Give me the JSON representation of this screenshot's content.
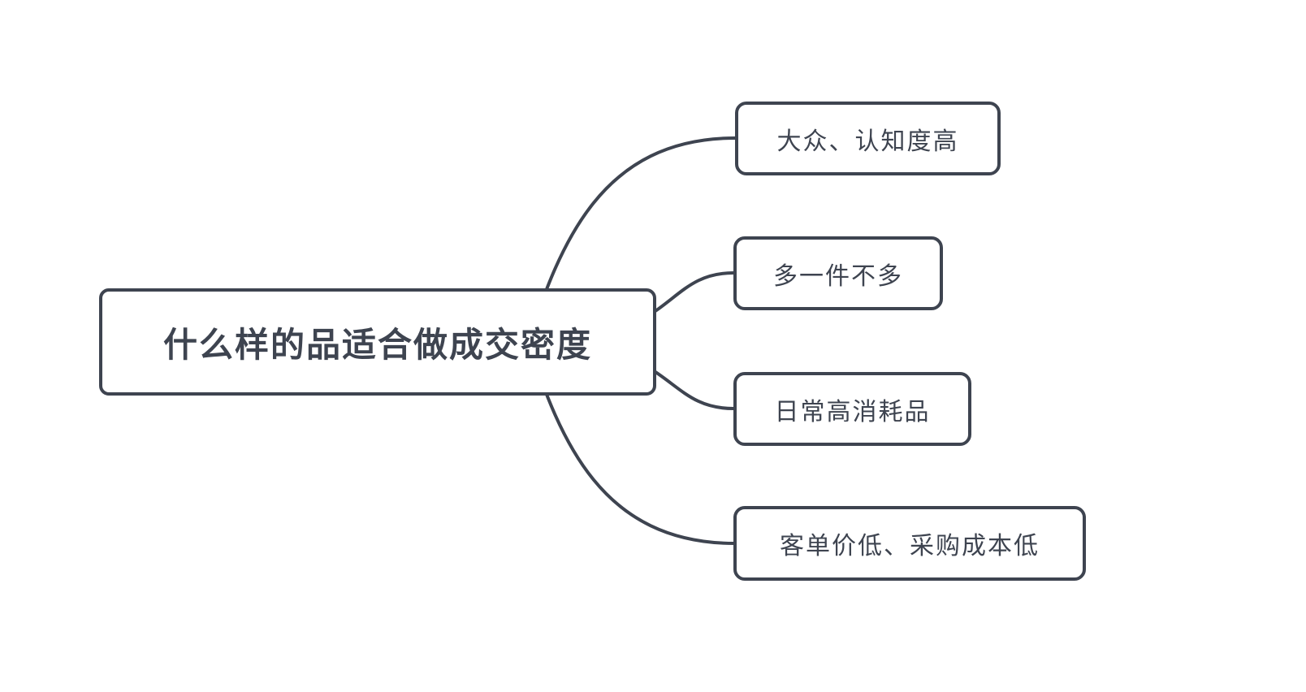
{
  "diagram": {
    "type": "mindmap",
    "root": {
      "label": "什么样的品适合做成交密度"
    },
    "children": [
      {
        "label": "大众、认知度高"
      },
      {
        "label": "多一件不多"
      },
      {
        "label": "日常高消耗品"
      },
      {
        "label": "客单价低、采购成本低"
      }
    ],
    "colors": {
      "node_border": "#3e4450",
      "node_background": "#ffffff",
      "text": "#3e4450",
      "connector": "#3e4450",
      "canvas_background": "#ffffff"
    }
  }
}
